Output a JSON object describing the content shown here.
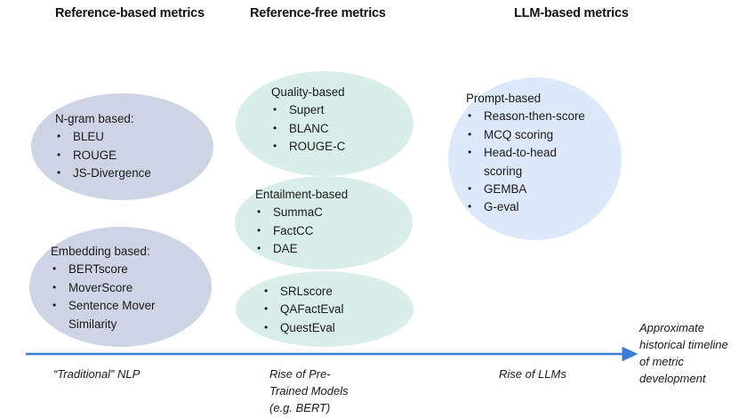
{
  "headings": {
    "reference_based": "Reference-based metrics",
    "reference_free": "Reference-free metrics",
    "llm_based": "LLM-based metrics"
  },
  "bubbles": {
    "ngram": {
      "title": "N-gram based:",
      "items": [
        "BLEU",
        "ROUGE",
        "JS-Divergence"
      ],
      "color": "#cdd5e5"
    },
    "embedding": {
      "title": "Embedding based:",
      "items": [
        "BERTscore",
        "MoverScore",
        "Sentence Mover"
      ],
      "continuation": "Similarity",
      "color": "#cdd5e5"
    },
    "quality": {
      "title": "Quality-based",
      "items": [
        "Supert",
        "BLANC",
        "ROUGE-C"
      ],
      "color": "#daeee9"
    },
    "entailment": {
      "title": "Entailment-based",
      "items": [
        "SummaC",
        "FactCC",
        "DAE"
      ],
      "color": "#daeee9"
    },
    "srl": {
      "title": "",
      "items": [
        "SRLscore",
        "QAFactEval",
        "QuestEval"
      ],
      "color": "#daeee9"
    },
    "prompt": {
      "title": "Prompt-based",
      "items": [
        "Reason-then-score",
        "MCQ scoring",
        "Head-to-head",
        "GEMBA",
        "G-eval"
      ],
      "continuation": "scoring",
      "color": "#dde9fa"
    }
  },
  "timeline": {
    "arrow_color": "#3c7ad4",
    "eras": {
      "traditional": "“Traditional” NLP",
      "pretrained": "Rise of Pre-\nTrained Models\n(e.g. BERT)",
      "llms": "Rise of LLMs"
    },
    "note": "Approximate historical timeline of metric development"
  }
}
